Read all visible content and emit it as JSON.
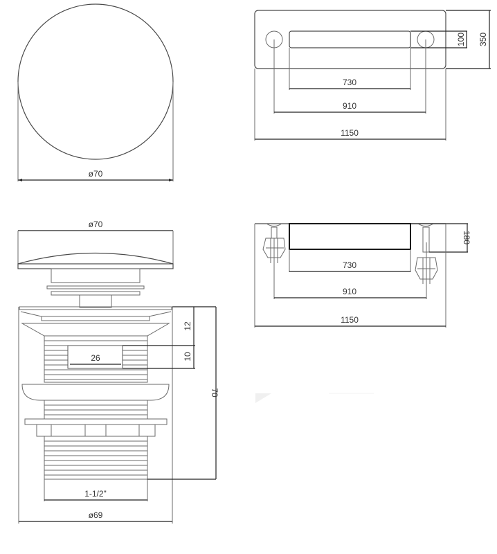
{
  "drawing": {
    "top_view_drain": {
      "diameter_label": "ø70"
    },
    "top_view_basin": {
      "width_label": "1150",
      "hole_spacing_label": "910",
      "slot_width_label": "730",
      "slot_height_label": "100",
      "depth_label": "350"
    },
    "side_view_drain": {
      "cap_diameter_label": "ø70",
      "body_diameter_label": "ø69",
      "thread_label": "1-1/2\"",
      "slot_width_label": "26",
      "top_offset_label": "12",
      "slot_height_label": "10",
      "total_height_label": "70"
    },
    "front_view_basin": {
      "width_label": "1150",
      "hole_spacing_label": "910",
      "slot_width_label": "730",
      "height_label": "180"
    }
  },
  "colors": {
    "line": "#4a4a4a",
    "dimension": "#222222",
    "background": "#ffffff"
  }
}
